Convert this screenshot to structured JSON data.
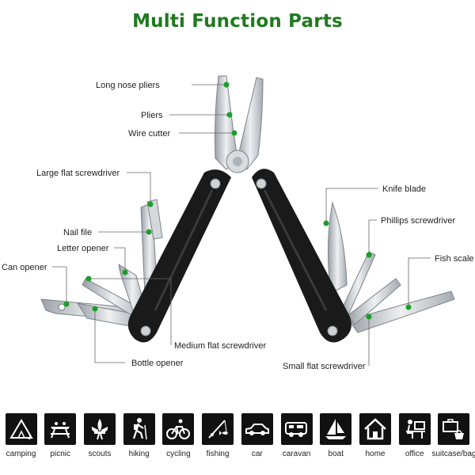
{
  "title": "Multi Function Parts",
  "colors": {
    "title_green": "#1f7a1f",
    "dot_green": "#1a9e2a",
    "handle_black": "#1a1a1a",
    "steel": "#c9cdd1",
    "icon_box": "#111111"
  },
  "parts_left": {
    "long_nose_pliers": "Long nose pliers",
    "pliers": "Pliers",
    "wire_cutter": "Wire cutter",
    "large_flat_screwdriver": "Large flat screwdriver",
    "nail_file": "Nail file",
    "letter_opener": "Letter opener",
    "can_opener": "Can opener",
    "medium_flat_screwdriver": "Medium flat screwdriver",
    "bottle_opener": "Bottle opener"
  },
  "parts_right": {
    "knife_blade": "Knife blade",
    "phillips_screwdriver": "Phillips screwdriver",
    "fish_scale": "Fish scale",
    "small_flat_screwdriver": "Small flat screwdriver"
  },
  "activities": [
    {
      "label": "camping",
      "icon": "tent-campfire-icon"
    },
    {
      "label": "picnic",
      "icon": "picnic-table-icon"
    },
    {
      "label": "scouts",
      "icon": "fleur-de-lis-icon"
    },
    {
      "label": "hiking",
      "icon": "hiker-icon"
    },
    {
      "label": "cycling",
      "icon": "cyclist-icon"
    },
    {
      "label": "fishing",
      "icon": "fishing-icon"
    },
    {
      "label": "car",
      "icon": "car-icon"
    },
    {
      "label": "caravan",
      "icon": "caravan-icon"
    },
    {
      "label": "boat",
      "icon": "sailboat-icon"
    },
    {
      "label": "home",
      "icon": "house-icon"
    },
    {
      "label": "office",
      "icon": "office-desk-icon"
    },
    {
      "label": "suitcase/bag",
      "icon": "suitcase-bag-icon"
    }
  ]
}
